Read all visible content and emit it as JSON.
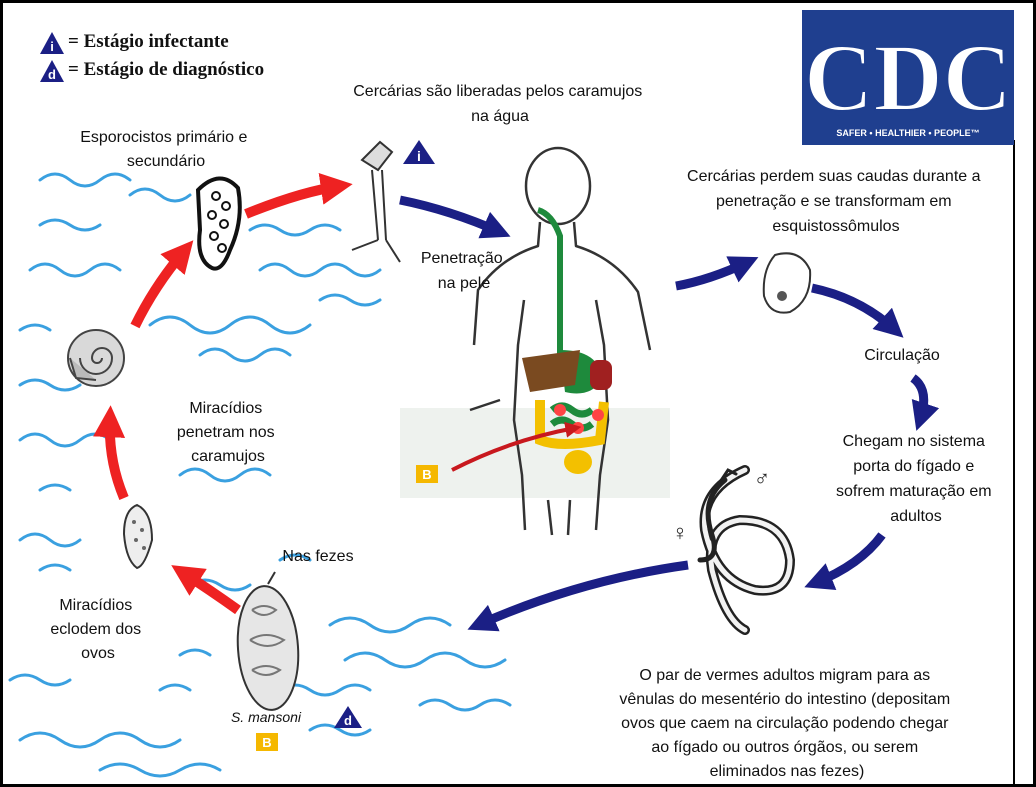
{
  "legend": {
    "infective_badge": "i",
    "infective_label": "= Estágio infectante",
    "diagnostic_badge": "d",
    "diagnostic_label": "= Estágio de diagnóstico"
  },
  "logo": {
    "text": "CDC",
    "tagline": "SAFER • HEALTHIER • PEOPLE™"
  },
  "labels": {
    "cercariae_released": [
      "Cercárias são liberadas pelos caramujos",
      "na água"
    ],
    "sporocysts": [
      "Esporocistos primário e",
      "secundário"
    ],
    "skin_penetration": [
      "Penetração",
      "na pele"
    ],
    "cercariae_lose_tails": [
      "Cercárias perdem suas caudas durante a",
      "penetração e se transformam em",
      "esquistossômulos"
    ],
    "circulation": [
      "Circulação"
    ],
    "portal_system": [
      "Chegam no sistema",
      "porta do fígado e",
      "sofrem maturação em",
      "adultos"
    ],
    "miracidia_penetrate": [
      "Miracídios",
      "penetram nos",
      "caramujos"
    ],
    "in_feces": [
      "Nas fezes"
    ],
    "miracidia_hatch": [
      "Miracídios",
      "eclodem dos",
      "ovos"
    ],
    "adult_pair": [
      "O par de vermes adultos migram para as",
      "vênulas do mesentério do intestino (depositam",
      "ovos que caem na circulação podendo chegar",
      "ao fígado ou outros órgãos, ou serem",
      "eliminados nas fezes)"
    ],
    "species": "S. mansoni",
    "badge_b": "B",
    "badge_i": "i",
    "badge_d": "d",
    "female_symbol": "♀",
    "male_symbol": "♂"
  },
  "colors": {
    "cdc_blue": "#1f3f8f",
    "navy_arrow": "#1b1f85",
    "red_arrow": "#ee2222",
    "water": "#3aa0e0",
    "badge_orange": "#f5b800",
    "gut_green": "#1e8a3c"
  }
}
